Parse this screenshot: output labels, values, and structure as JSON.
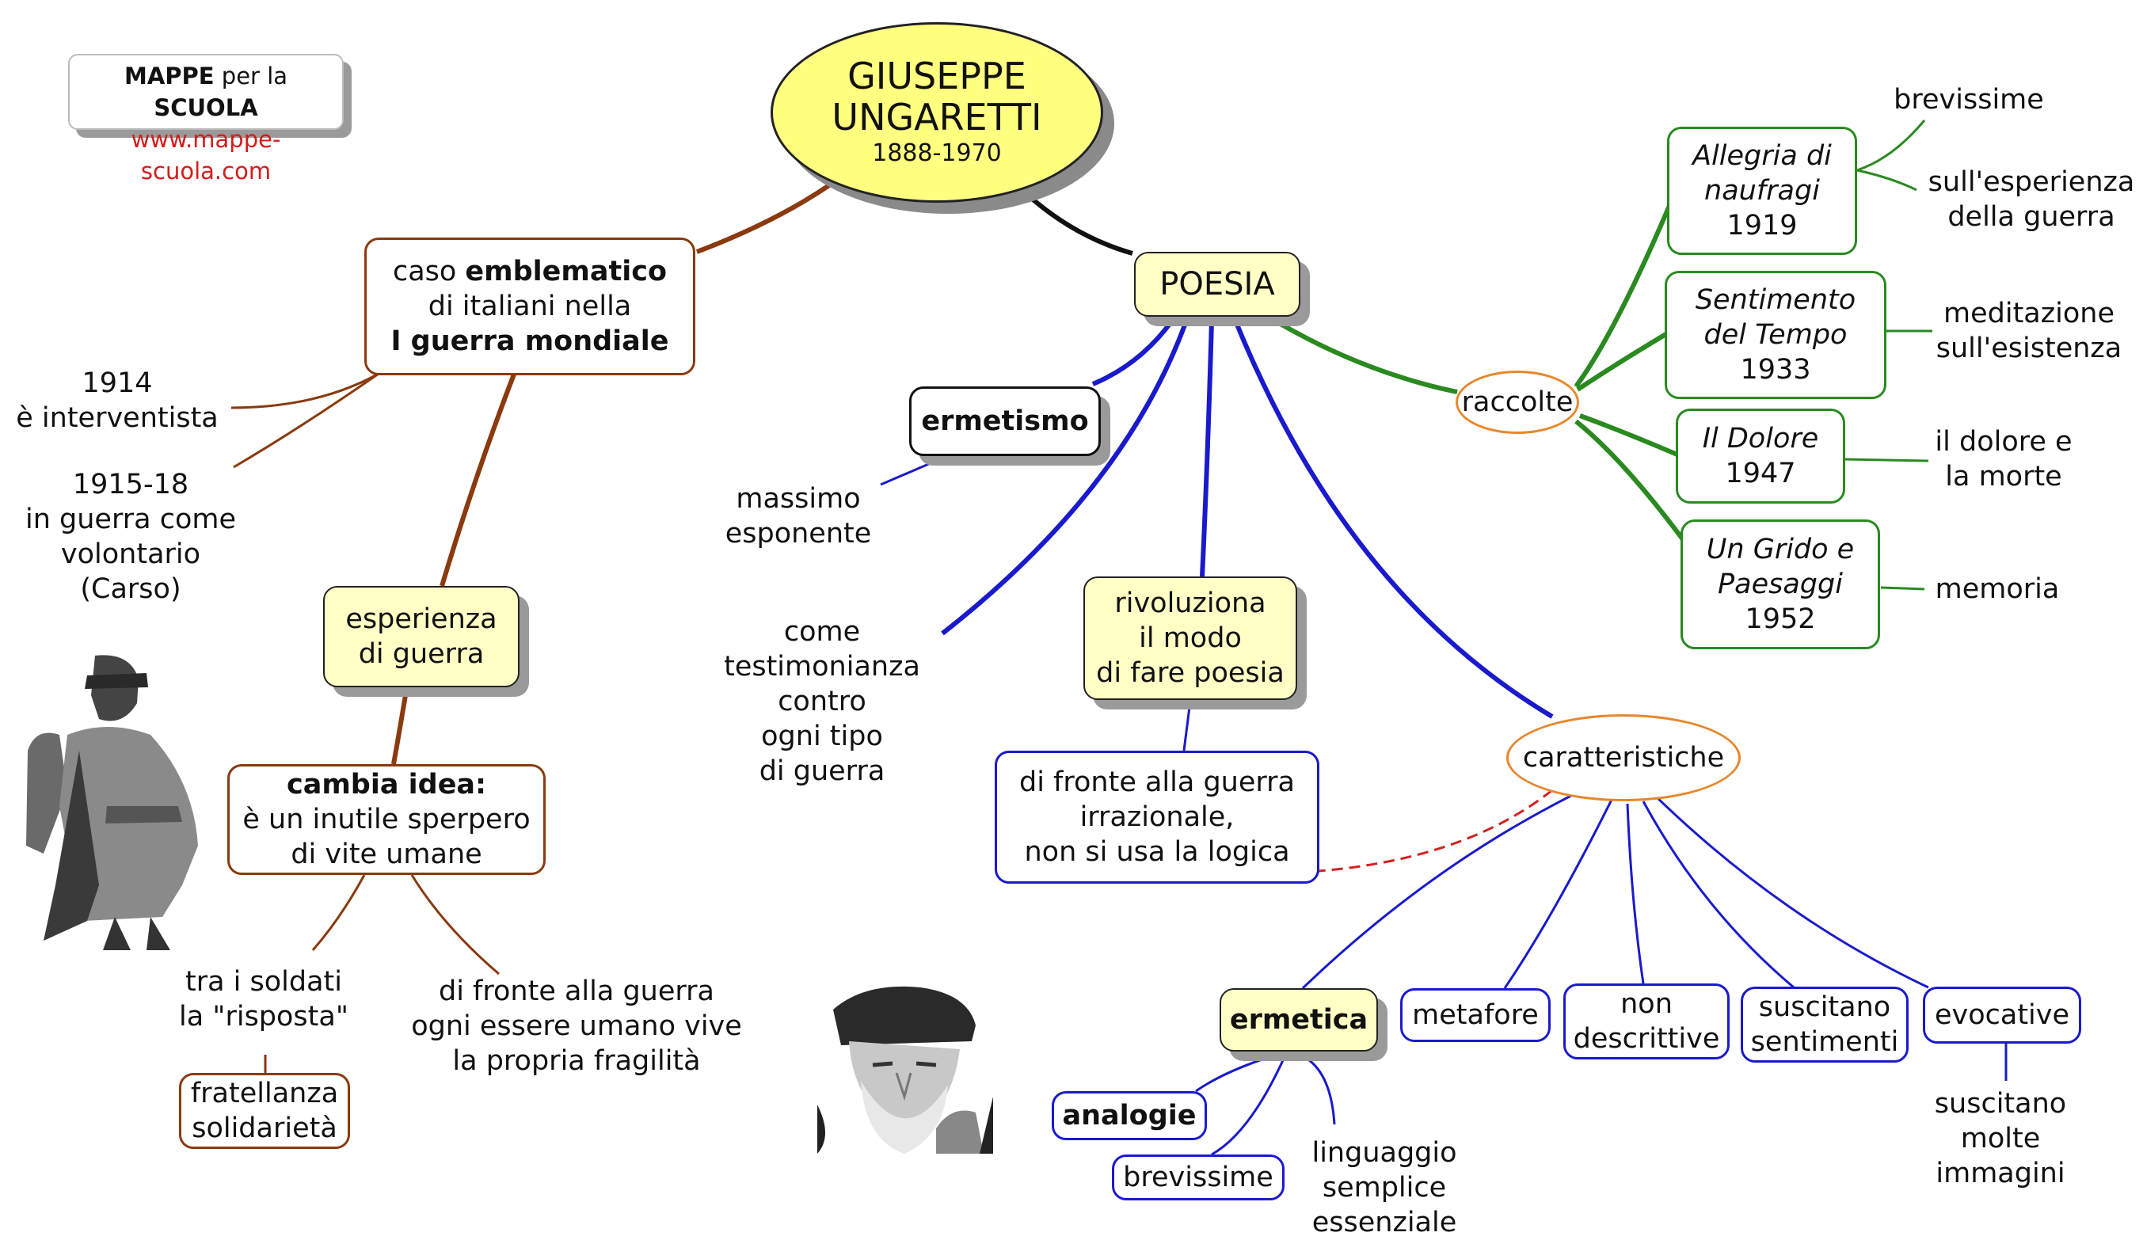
{
  "logo": {
    "line1_bold": "MAPPE",
    "line1_mid": " per la ",
    "line1_bold2": "SCUOLA",
    "url": "www.mappe-scuola.com"
  },
  "center": {
    "name1": "GIUSEPPE",
    "name2": "UNGARETTI",
    "years": "1888-1970"
  },
  "left": {
    "caso": {
      "l1a": "caso ",
      "l1b": "emblematico",
      "l2": "di italiani nella",
      "l3": "I guerra mondiale"
    },
    "y1914": {
      "l1": "1914",
      "l2": "è interventista"
    },
    "y1915": {
      "l1": "1915-18",
      "l2": "in guerra come",
      "l3": "volontario",
      "l4": "(Carso)"
    },
    "esperienza": {
      "l1": "esperienza",
      "l2": "di guerra"
    },
    "cambia": {
      "l1": "cambia idea:",
      "l2": "è un inutile sperpero",
      "l3": "di vite umane"
    },
    "soldati": {
      "l1": "tra i soldati",
      "l2": "la \"risposta\""
    },
    "fratellanza": {
      "l1": "fratellanza",
      "l2": "solidarietà"
    },
    "fragilita": {
      "l1": "di fronte alla guerra",
      "l2": "ogni essere umano vive",
      "l3": "la propria fragilità"
    }
  },
  "poesia": {
    "title": "POESIA",
    "ermetismo": "ermetismo",
    "massimo": {
      "l1": "massimo",
      "l2": "esponente"
    },
    "testimonianza": {
      "l1": "come",
      "l2": "testimonianza",
      "l3": "contro",
      "l4": "ogni tipo",
      "l5": "di guerra"
    },
    "rivoluziona": {
      "l1": "rivoluziona",
      "l2": "il modo",
      "l3": "di fare poesia"
    },
    "difronte": {
      "l1": "di fronte alla guerra",
      "l2": "irrazionale,",
      "l3": "non si usa la logica"
    }
  },
  "raccolte": {
    "label": "raccolte",
    "items": [
      {
        "t1": "Allegria di",
        "t2": "naufragi",
        "year": "1919"
      },
      {
        "t1": "Sentimento",
        "t2": "del Tempo",
        "year": "1933"
      },
      {
        "t1": "Il Dolore",
        "t2": "",
        "year": "1947"
      },
      {
        "t1": "Un Grido e",
        "t2": "Paesaggi",
        "year": "1952"
      }
    ],
    "notes": {
      "brevissime": "brevissime",
      "esperienza": {
        "l1": "sull'esperienza",
        "l2": "della guerra"
      },
      "meditazione": {
        "l1": "meditazione",
        "l2": "sull'esistenza"
      },
      "dolore": {
        "l1": "il dolore e",
        "l2": "la morte"
      },
      "memoria": "memoria"
    }
  },
  "caratteristiche": {
    "label": "caratteristiche",
    "ermetica": "ermetica",
    "metafore": "metafore",
    "non": {
      "l1": "non",
      "l2": "descrittive"
    },
    "suscitano": {
      "l1": "suscitano",
      "l2": "sentimenti"
    },
    "evocative": "evocative",
    "analogie": "analogie",
    "brevissime": "brevissime",
    "linguaggio": {
      "l1": "linguaggio",
      "l2": "semplice",
      "l3": "essenziale"
    },
    "immagini": {
      "l1": "suscitano",
      "l2": "molte",
      "l3": "immagini"
    }
  },
  "photos": {
    "soldier": "soldier-photo",
    "portrait": "portrait-photo"
  }
}
